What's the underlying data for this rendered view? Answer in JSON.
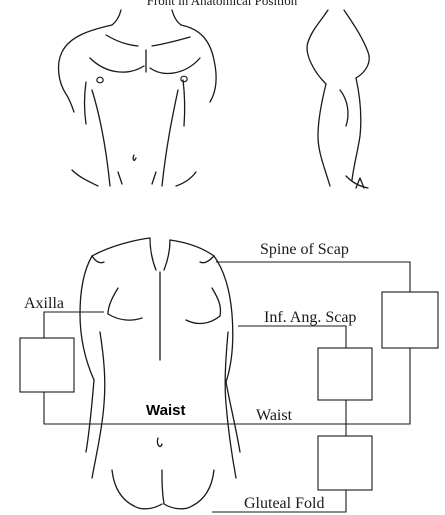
{
  "header": {
    "cut_off_title": "Front in Anatomical Position"
  },
  "labels": {
    "spine_of_scap": "Spine of Scap",
    "axilla": "Axilla",
    "inf_ang_scap": "Inf. Ang. Scap",
    "waist_bold": "Waist",
    "waist": "Waist",
    "gluteal_fold": "Gluteal Fold"
  }
}
